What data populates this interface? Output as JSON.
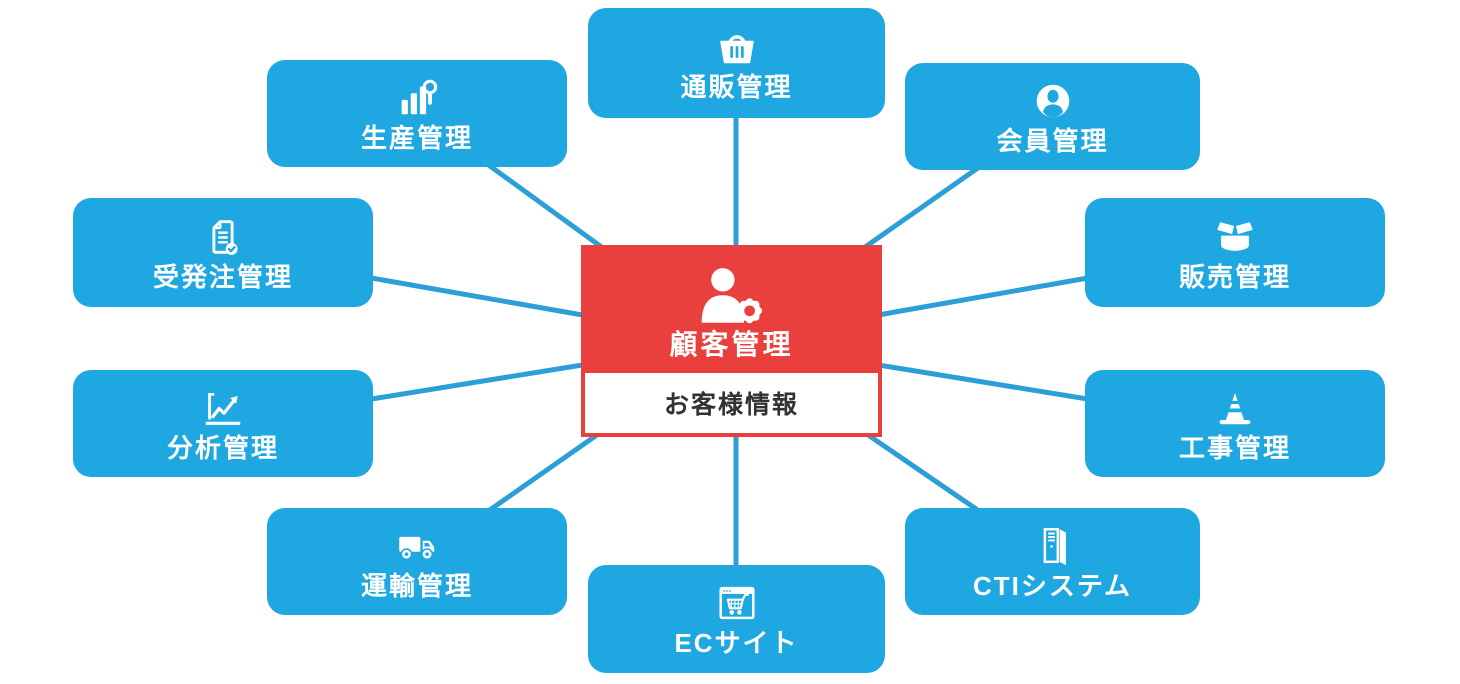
{
  "diagram": {
    "center": {
      "title": "顧客管理",
      "subtitle": "お客様情報",
      "icon": "person-gear-icon"
    },
    "nodes": [
      {
        "label": "生産管理",
        "icon": "bar-chart-magnifier-icon",
        "position": "top-left"
      },
      {
        "label": "通販管理",
        "icon": "shopping-basket-icon",
        "position": "top-center"
      },
      {
        "label": "会員管理",
        "icon": "member-avatar-icon",
        "position": "top-right"
      },
      {
        "label": "受発注管理",
        "icon": "document-check-icon",
        "position": "middle-left-upper"
      },
      {
        "label": "販売管理",
        "icon": "open-box-icon",
        "position": "middle-right-upper"
      },
      {
        "label": "分析管理",
        "icon": "line-graph-icon",
        "position": "middle-left-lower"
      },
      {
        "label": "工事管理",
        "icon": "traffic-cone-icon",
        "position": "middle-right-lower"
      },
      {
        "label": "運輸管理",
        "icon": "delivery-truck-icon",
        "position": "bottom-left"
      },
      {
        "label": "ECサイト",
        "icon": "browser-cart-icon",
        "position": "bottom-center"
      },
      {
        "label": "CTIシステム",
        "icon": "server-tower-icon",
        "position": "bottom-right"
      }
    ],
    "colors": {
      "node_blue": "#1EA7E1",
      "connector_blue": "#2B9FD6",
      "center_red": "#E9403D",
      "node_text": "#FFFFFF",
      "subtitle_text": "#333333",
      "background": "#FFFFFF"
    }
  }
}
